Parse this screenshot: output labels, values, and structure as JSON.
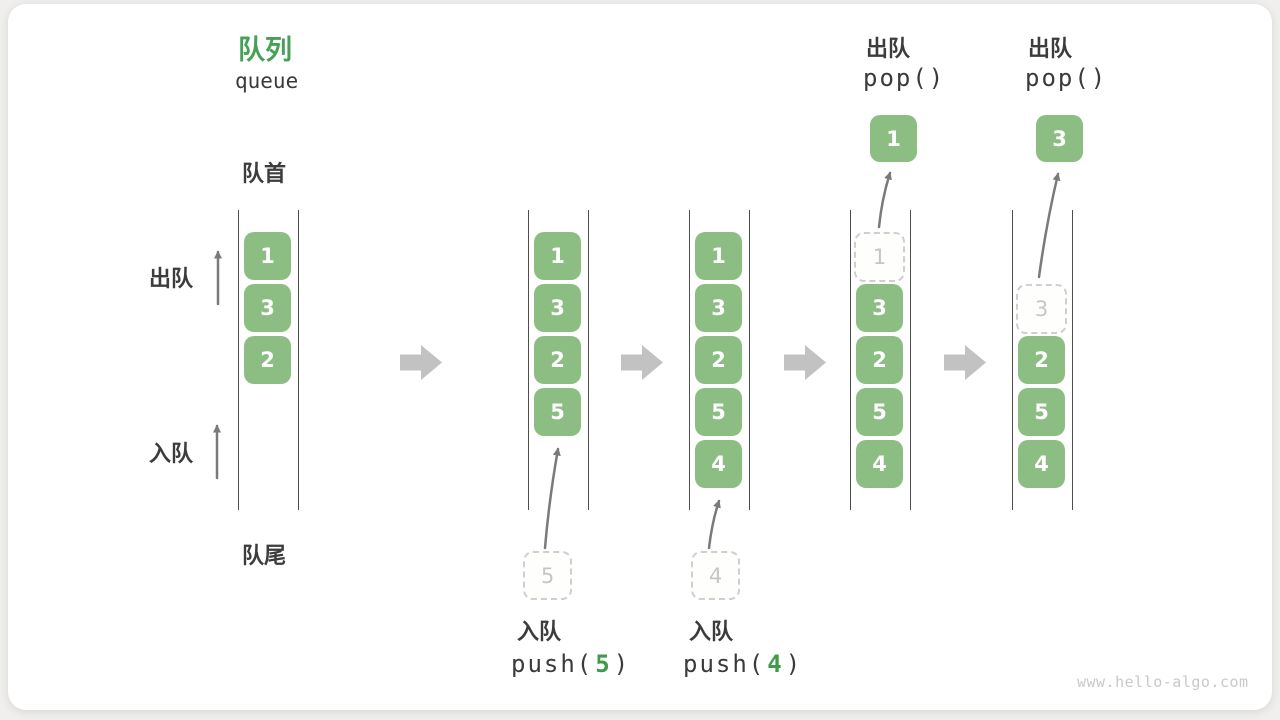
{
  "title": {
    "zh": "队列",
    "en": "queue"
  },
  "side_labels": {
    "front": "队首",
    "rear": "队尾",
    "dequeue": "出队",
    "enqueue": "入队"
  },
  "colors": {
    "accent_green": "#46A156",
    "box_green": "#8CBE84",
    "box_text": "#FFFFFF",
    "code_arg_green": "#3F9B4A",
    "text_dark": "#3C3C3C",
    "ghost_gray": "#C6C6C6",
    "wall_gray": "#4E4E4E",
    "thin_arrow_gray": "#7A7A7A",
    "block_arrow_gray": "#C2C2C2"
  },
  "states": [
    {
      "items": [
        {
          "value": "1"
        },
        {
          "value": "3"
        },
        {
          "value": "2"
        }
      ]
    },
    {
      "items": [
        {
          "value": "1"
        },
        {
          "value": "3"
        },
        {
          "value": "2"
        },
        {
          "value": "5"
        }
      ],
      "pending": "5",
      "op": {
        "action": "入队",
        "call_open": "push(",
        "arg": "5",
        "call_close": ")"
      }
    },
    {
      "items": [
        {
          "value": "1"
        },
        {
          "value": "3"
        },
        {
          "value": "2"
        },
        {
          "value": "5"
        },
        {
          "value": "4"
        }
      ],
      "pending": "4",
      "op": {
        "action": "入队",
        "call_open": "push(",
        "arg": "4",
        "call_close": ")"
      }
    },
    {
      "ghost": "1",
      "items": [
        {
          "value": "3"
        },
        {
          "value": "2"
        },
        {
          "value": "5"
        },
        {
          "value": "4"
        }
      ],
      "popped": "1",
      "op": {
        "action": "出队",
        "call": "pop()"
      }
    },
    {
      "ghost": "3",
      "items": [
        {
          "value": "2"
        },
        {
          "value": "5"
        },
        {
          "value": "4"
        }
      ],
      "popped": "3",
      "op": {
        "action": "出队",
        "call": "pop()"
      }
    }
  ],
  "watermark": "www.hello-algo.com"
}
